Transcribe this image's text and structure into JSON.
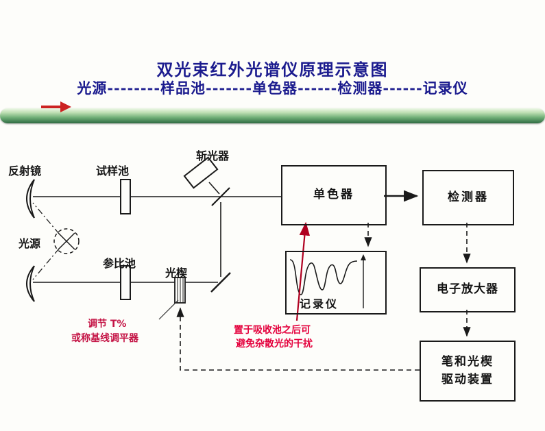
{
  "title": "双光束红外光谱仪原理示意图",
  "subtitle": "光源--------样品池-------单色器------检测器------记录仪",
  "labels": {
    "reflector": "反射镜",
    "sample_cell": "试样池",
    "chopper": "斩光器",
    "light_source": "光源",
    "reference_cell": "参比池",
    "wedge": "光楔",
    "monochromator": "单色器",
    "detector": "检测器",
    "recorder": "记录仪",
    "amplifier": "电子放大器",
    "drive_line1": "笔和光楔",
    "drive_line2": "驱动装置"
  },
  "annotations": {
    "adjust_line1": "调节 T%",
    "adjust_line2": "或称基线调平器",
    "stray_line1": "置于吸收池之后可",
    "stray_line2": "避免杂散光的干扰"
  },
  "colors": {
    "title_navy": "#1b1b8e",
    "annotation_red": "#c41445",
    "annotation_magenta": "#e4003c",
    "arrow_red": "#b00020",
    "bar_green_dark": "#2e6b42",
    "line_black": "#1a1a1a"
  }
}
